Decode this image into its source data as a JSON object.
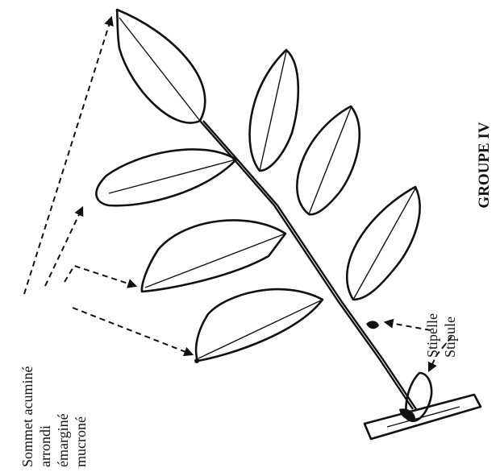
{
  "labels": {
    "group": "GROUPE IV",
    "sommet_col1": "Sommet acuminé",
    "sommet_col2": "arrondi",
    "sommet_col3": "émarginé",
    "sommet_col4": "mucroné",
    "stipelle": "Stipelle",
    "stipule": "Stipule"
  }
}
